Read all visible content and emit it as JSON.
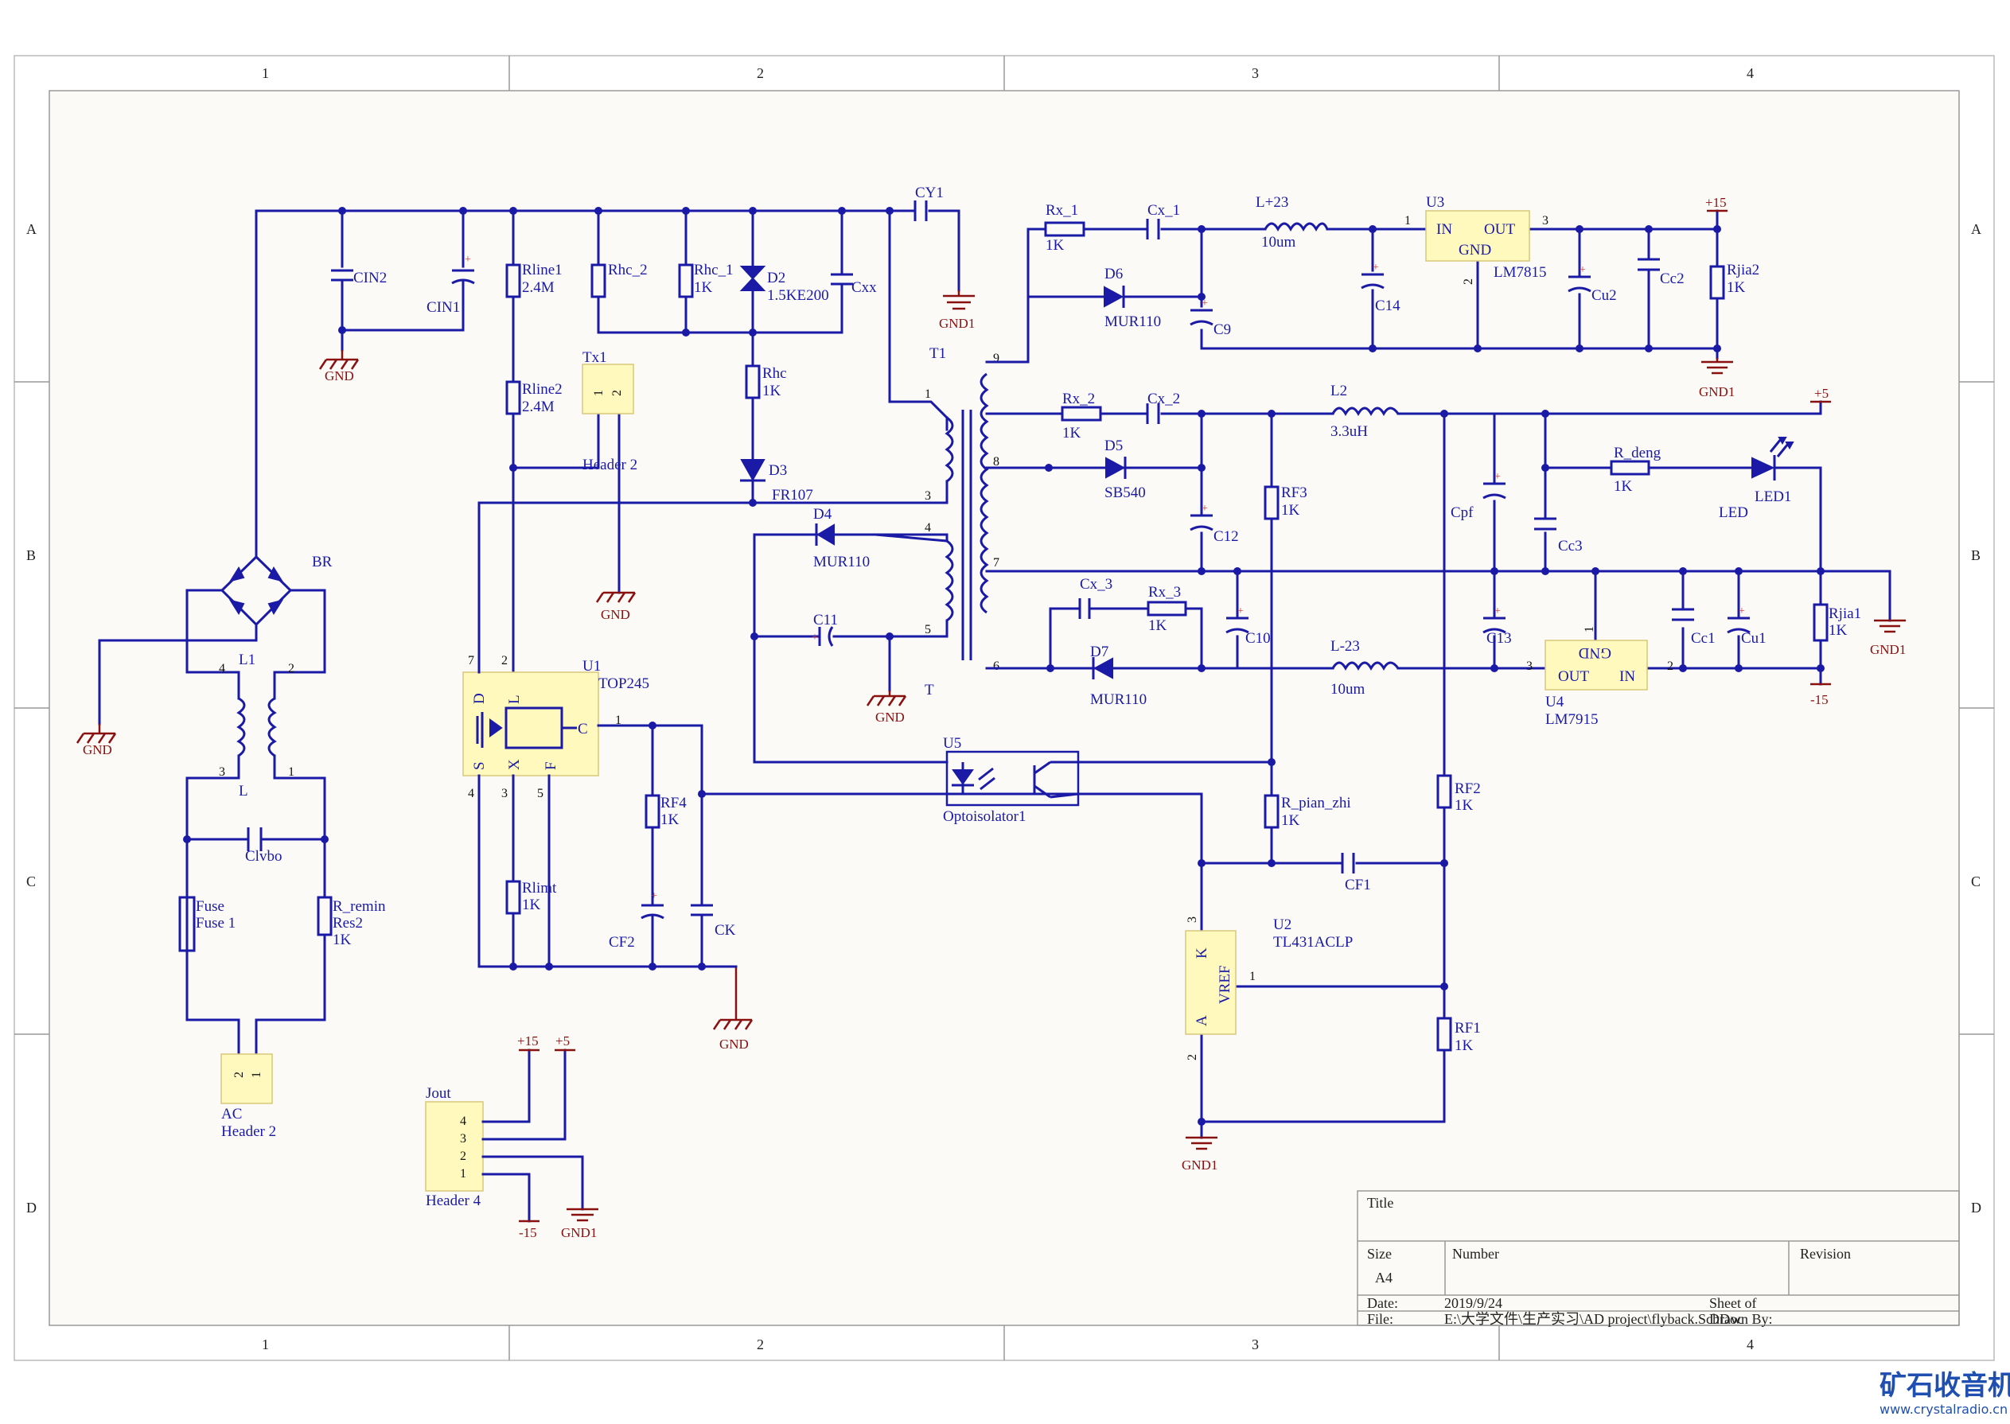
{
  "zones": {
    "columns": [
      "1",
      "2",
      "3",
      "4"
    ],
    "rows": [
      "A",
      "B",
      "C",
      "D"
    ]
  },
  "labels": {
    "cy1": "CY1",
    "gnd1_a": "GND1",
    "cin2": "CIN2",
    "cin1": "CIN1",
    "gnd_a": "GND",
    "rline1": "Rline1",
    "rline1_v": "2.4M",
    "rline2": "Rline2",
    "rline2_v": "2.4M",
    "rhc2": "Rhc_2",
    "rhc1": "Rhc_1",
    "rhc1_v": "1K",
    "d2": "D2",
    "d2_v": "1.5KE200",
    "cxx": "Cxx",
    "rhc": "Rhc",
    "rhc_v": "1K",
    "d3": "D3",
    "d3_v": "FR107",
    "tx1": "Tx1",
    "header2_tx": "Header 2",
    "gnd_b": "GND",
    "t1": "T1",
    "d4": "D4",
    "d4_v": "MUR110",
    "c11": "C11",
    "t": "T",
    "gnd_c": "GND",
    "br": "BR",
    "l1": "L1",
    "l": "L",
    "gnd_d": "GND",
    "clvbo": "Clvbo",
    "fuse": "Fuse",
    "fuse_v": "Fuse 1",
    "rremin": "R_remin",
    "rremin_v": "Res2",
    "rremin_k": "1K",
    "ac": "AC",
    "header2_ac": "Header 2",
    "u1": "U1",
    "u1_v": "TOP245",
    "u1_d": "D",
    "u1_l": "L",
    "u1_s": "S",
    "u1_x": "X",
    "u1_f": "F",
    "u1_c": "C",
    "rf4": "RF4",
    "rf4_v": "1K",
    "rlimt": "Rlimt",
    "rlimt_v": "1K",
    "cf2": "CF2",
    "ck": "CK",
    "gnd_e": "GND",
    "jout": "Jout",
    "header4": "Header 4",
    "p15_j": "+15",
    "p5_j": "+5",
    "m15_j": "-15",
    "gnd1_j": "GND1",
    "rx1": "Rx_1",
    "rx1_v": "1K",
    "cx1": "Cx_1",
    "l23": "L+23",
    "l23_v": "10um",
    "d6": "D6",
    "d6_v": "MUR110",
    "c9": "C9",
    "c14": "C14",
    "u3": "U3",
    "u3_in": "IN",
    "u3_out": "OUT",
    "u3_gnd": "GND",
    "u3_v": "LM7815",
    "cu2": "Cu2",
    "cc2": "Cc2",
    "rjia2": "Rjia2",
    "rjia2_v": "1K",
    "p15": "+15",
    "gnd1_b": "GND1",
    "rx2": "Rx_2",
    "rx2_v": "1K",
    "cx2": "Cx_2",
    "d5": "D5",
    "d5_v": "SB540",
    "c12": "C12",
    "l2": "L2",
    "l2_v": "3.3uH",
    "p5": "+5",
    "rf3": "RF3",
    "rf3_v": "1K",
    "cpf": "Cpf",
    "cc3": "Cc3",
    "rdeng": "R_deng",
    "rdeng_v": "1K",
    "led1": "LED1",
    "led": "LED",
    "cx3": "Cx_3",
    "rx3": "Rx_3",
    "rx3_v": "1K",
    "d7": "D7",
    "d7_v": "MUR110",
    "c10": "C10",
    "c13": "C13",
    "lm23": "L-23",
    "lm23_v": "10um",
    "u4": "U4",
    "u4_out": "OUT",
    "u4_in": "IN",
    "u4_gnd": "GND",
    "u4_v": "LM7915",
    "cc1": "Cc1",
    "cu1": "Cu1",
    "rjia1": "Rjia1",
    "rjia1_v": "1K",
    "gnd1_c": "GND1",
    "m15": "-15",
    "u5": "U5",
    "u5_v": "Optoisolator1",
    "rpz": "R_pian_zhi",
    "rpz_v": "1K",
    "cf1": "CF1",
    "rf2": "RF2",
    "rf2_v": "1K",
    "rf1": "RF1",
    "rf1_v": "1K",
    "u2": "U2",
    "u2_v": "TL431ACLP",
    "u2_k": "K",
    "u2_a": "A",
    "u2_vref": "VREF",
    "gnd1_d": "GND1"
  },
  "pins": {
    "t1_1": "1",
    "t1_3": "3",
    "t1_4": "4",
    "t1_5": "5",
    "t1_9": "9",
    "t1_8": "8",
    "t1_7": "7",
    "t1_6": "6",
    "l1_4": "4",
    "l1_2": "2",
    "l1_3": "3",
    "l1_1": "1",
    "u1_7": "7",
    "u1_2": "2",
    "u1_1": "1",
    "u1_4": "4",
    "u1_3": "3",
    "u1_5": "5",
    "u3_1": "1",
    "u3_3": "3",
    "u3_2": "2",
    "u4_1": "1",
    "u4_3": "3",
    "u4_2": "2",
    "u2_3": "3",
    "u2_1": "1",
    "u2_2": "2",
    "tx1_1": "1",
    "tx1_2": "2",
    "ac_2": "2",
    "ac_1": "1",
    "j_4": "4",
    "j_3": "3",
    "j_2": "2",
    "j_1": "1"
  },
  "title_block": {
    "title": "Title",
    "size": "Size",
    "size_v": "A4",
    "number": "Number",
    "revision": "Revision",
    "date": "Date:",
    "date_v": "2019/9/24",
    "sheet": "Sheet   of",
    "file": "File:",
    "file_v": "E:\\大学文件\\生产实习\\AD project\\flyback.SchDoc",
    "drawn": "Drawn By:"
  },
  "watermark": {
    "name": "矿石收音机",
    "url": "www.crystalradio.cn"
  }
}
